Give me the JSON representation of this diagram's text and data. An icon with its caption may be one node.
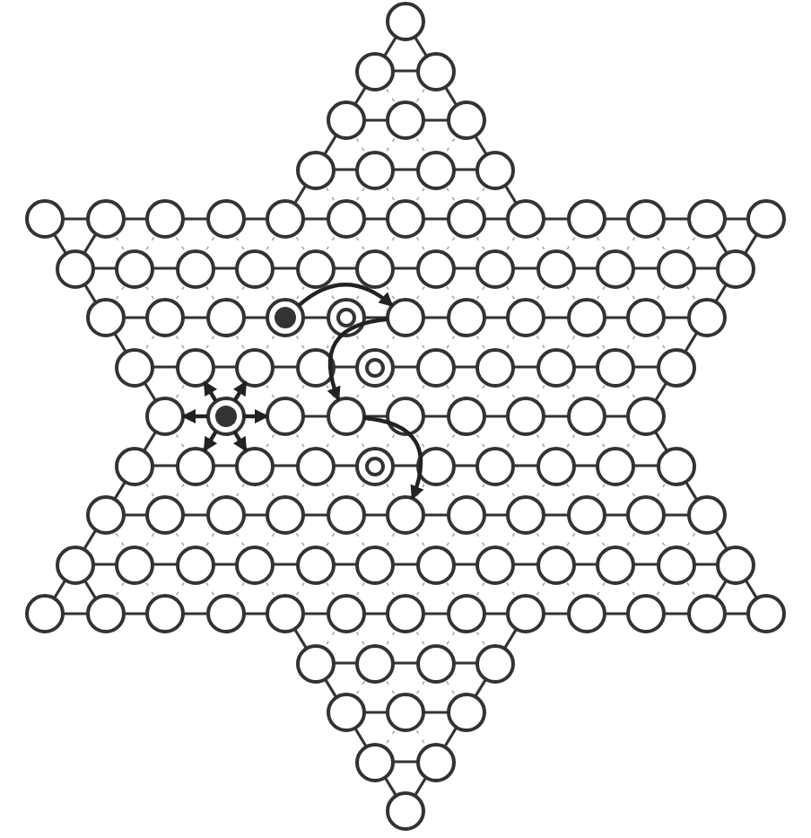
{
  "diagram": {
    "nodes": [
      {
        "text": [],
        "shape": "circle"
      },
      {
        "text": [],
        "shape": "circle"
      },
      {
        "text": [],
        "shape": "circle"
      },
      {
        "text": [],
        "shape": "circle"
      },
      {
        "text": [],
        "shape": "circle"
      },
      {
        "text": [],
        "shape": "circle"
      },
      {
        "text": [],
        "shape": "circle"
      },
      {
        "text": [],
        "shape": "circle"
      },
      {
        "text": [],
        "shape": "circle"
      },
      {
        "text": [],
        "shape": "circle"
      },
      {
        "text": [],
        "shape": "circle"
      },
      {
        "text": [],
        "shape": "circle"
      },
      {
        "text": [],
        "shape": "circle"
      },
      {
        "text": [],
        "shape": "circle"
      },
      {
        "text": [],
        "shape": "circle"
      },
      {
        "text": [],
        "shape": "circle"
      },
      {
        "text": [],
        "shape": "circle"
      },
      {
        "text": [],
        "shape": "circle"
      },
      {
        "text": [],
        "shape": "circle"
      },
      {
        "text": [],
        "shape": "circle"
      },
      {
        "text": [],
        "shape": "circle"
      },
      {
        "text": [],
        "shape": "circle"
      },
      {
        "text": [],
        "shape": "circle"
      },
      {
        "text": [],
        "shape": "circle"
      },
      {
        "text": [],
        "shape": "circle"
      },
      {
        "text": [],
        "shape": "circle"
      },
      {
        "text": [],
        "shape": "circle"
      },
      {
        "text": [],
        "shape": "circle"
      },
      {
        "text": [],
        "shape": "circle"
      },
      {
        "text": [],
        "shape": "circle"
      },
      {
        "text": [],
        "shape": "circle"
      },
      {
        "text": [],
        "shape": "circle"
      },
      {
        "text": [],
        "shape": "circle"
      },
      {
        "text": [],
        "shape": "circle"
      },
      {
        "text": [],
        "shape": "circle"
      },
      {
        "text": [],
        "shape": "circle"
      },
      {
        "text": [],
        "shape": "circle"
      },
      {
        "text": [],
        "shape": "circle"
      },
      {
        "text": [],
        "shape": "circle"
      },
      {
        "text": [],
        "shape": "circle"
      },
      {
        "text": [],
        "shape": "circle"
      },
      {
        "text": [],
        "shape": "circle"
      },
      {
        "text": [],
        "shape": "circle"
      },
      {
        "text": [],
        "shape": "circle"
      },
      {
        "text": [],
        "shape": "circle"
      },
      {
        "text": [],
        "shape": "circle"
      },
      {
        "text": [],
        "shape": "circle"
      },
      {
        "text": [],
        "shape": "circle"
      },
      {
        "text": [],
        "shape": "circle"
      },
      {
        "text": [],
        "shape": "circle"
      },
      {
        "text": [],
        "shape": "circle"
      },
      {
        "text": [],
        "shape": "circle"
      },
      {
        "text": [],
        "shape": "circle"
      },
      {
        "text": [],
        "shape": "circle"
      },
      {
        "text": [],
        "shape": "circle"
      },
      {
        "text": [],
        "shape": "circle"
      },
      {
        "text": [],
        "shape": "circle"
      },
      {
        "text": [],
        "shape": "circle"
      },
      {
        "text": [],
        "shape": "circle"
      },
      {
        "text": [],
        "shape": "circle"
      },
      {
        "text": [],
        "shape": "circle"
      },
      {
        "text": [],
        "shape": "circle"
      },
      {
        "text": [],
        "shape": "circle"
      },
      {
        "text": [],
        "shape": "circle"
      },
      {
        "text": [],
        "shape": "circle"
      },
      {
        "text": [],
        "shape": "circle"
      },
      {
        "text": [],
        "shape": "circle"
      },
      {
        "text": [],
        "shape": "circle"
      },
      {
        "text": [],
        "shape": "circle"
      },
      {
        "text": [],
        "shape": "circle"
      },
      {
        "text": [],
        "shape": "circle"
      },
      {
        "text": [],
        "shape": "circle"
      },
      {
        "text": [],
        "shape": "circle"
      },
      {
        "text": [],
        "shape": "circle"
      },
      {
        "text": [],
        "shape": "circle"
      },
      {
        "text": [],
        "shape": "circle"
      },
      {
        "text": [],
        "shape": "circle"
      },
      {
        "text": [],
        "shape": "circle"
      },
      {
        "text": [],
        "shape": "circle"
      },
      {
        "text": [],
        "shape": "circle"
      },
      {
        "text": [],
        "shape": "circle"
      },
      {
        "text": [],
        "shape": "circle"
      },
      {
        "text": [],
        "shape": "circle"
      },
      {
        "text": [],
        "shape": "circle"
      },
      {
        "text": [],
        "shape": "circle"
      },
      {
        "text": [],
        "shape": "circle"
      },
      {
        "text": [],
        "shape": "circle"
      },
      {
        "text": [],
        "shape": "circle"
      },
      {
        "text": [],
        "shape": "circle"
      },
      {
        "text": [],
        "shape": "circle"
      },
      {
        "text": [],
        "shape": "circle"
      },
      {
        "text": [],
        "shape": "circle"
      },
      {
        "text": [],
        "shape": "circle"
      },
      {
        "text": [],
        "shape": "circle"
      },
      {
        "text": [],
        "shape": "circle"
      },
      {
        "text": [],
        "shape": "circle"
      },
      {
        "text": [],
        "shape": "circle"
      },
      {
        "text": [],
        "shape": "circle"
      },
      {
        "text": [],
        "shape": "circle"
      },
      {
        "text": [],
        "shape": "circle"
      },
      {
        "text": [],
        "shape": "circle"
      },
      {
        "text": [],
        "shape": "circle"
      },
      {
        "text": [],
        "shape": "circle"
      },
      {
        "text": [],
        "shape": "circle"
      },
      {
        "text": [],
        "shape": "circle"
      },
      {
        "text": [],
        "shape": "circle"
      },
      {
        "text": [],
        "shape": "circle"
      },
      {
        "text": [],
        "shape": "circle"
      },
      {
        "text": [],
        "shape": "circle"
      },
      {
        "text": [],
        "shape": "circle"
      },
      {
        "text": [],
        "shape": "circle"
      },
      {
        "text": [],
        "shape": "circle"
      },
      {
        "text": [],
        "shape": "circle"
      },
      {
        "text": [],
        "shape": "circle"
      },
      {
        "text": [],
        "shape": "circle"
      },
      {
        "text": [],
        "shape": "circle"
      },
      {
        "text": [],
        "shape": "circle"
      },
      {
        "text": [],
        "shape": "circle"
      },
      {
        "text": [],
        "shape": "circle"
      },
      {
        "text": [],
        "shape": "circle"
      },
      {
        "text": [],
        "shape": "circle"
      }
    ],
    "edges": [
      {
        "from": 38,
        "to": 40,
        "arrow": "to"
      },
      {
        "from": 40,
        "to": 59,
        "arrow": "to"
      },
      {
        "from": 59,
        "to": 80,
        "arrow": "to"
      },
      {
        "from": 57,
        "to": 47,
        "arrow": "to"
      },
      {
        "from": 57,
        "to": 48,
        "arrow": "to"
      },
      {
        "from": 57,
        "to": 56,
        "arrow": "to"
      },
      {
        "from": 57,
        "to": 58,
        "arrow": "to"
      },
      {
        "from": 57,
        "to": 66,
        "arrow": "to"
      },
      {
        "from": 57,
        "to": 67,
        "arrow": "to"
      }
    ]
  }
}
